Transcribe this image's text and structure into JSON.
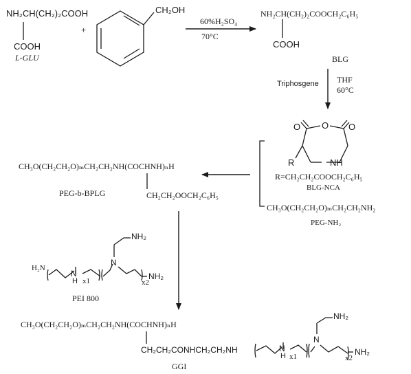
{
  "reaction1": {
    "glu_top": "NH₂CH(CH₂)₂COOH",
    "glu_bottom": "COOH",
    "glu_label": "L-GLU",
    "plus": "+",
    "benzyl_oh": "CH₂OH",
    "cond_top": "60%H₂SO₄",
    "cond_bottom": "70°C",
    "product_top": "NH₂CH(CH₂)₂COOCH₂C₆H₅",
    "product_bottom": "COOH",
    "product_label": "BLG"
  },
  "reaction2": {
    "reagent_left": "Triphosgene",
    "solvent": "THF",
    "temp": "60°C"
  },
  "nca": {
    "o_left": "O",
    "o_ring": "O",
    "o_right": "O",
    "r": "R",
    "nh": "NH",
    "r_def": "R=CH₂CH₂COOCH₂C₆H₅",
    "label": "BLG-NCA"
  },
  "peg_nh2": {
    "formula": "CH₃O(CH₂CH₂O)ₘCH₂CH₂NH₂",
    "label": "PEG-NH₂"
  },
  "peg_bplg": {
    "formula": "CH₃O(CH₂CH₂O)ₘCH₂CH₂NH(COCHNH)ₙH",
    "side": "CH₂CH₂OOCH₂C₆H₅",
    "label": "PEG-b-BPLG"
  },
  "pei": {
    "h2n": "H₂N",
    "nh_left": "N",
    "h_left": "H",
    "n_center": "N",
    "nh2_top": "NH₂",
    "nh2_right": "NH₂",
    "x1": "x1",
    "x2": "x2",
    "label": "PEI 800"
  },
  "ggi": {
    "formula": "CH₃O(CH₂CH₂O)ₘCH₂CH₂NH(COCHNH)ₙH",
    "side": "CH₂CH₂CONHCH₂CH₂NH",
    "n_left": "N",
    "h_left": "H",
    "n_center": "N",
    "nh2_top": "NH₂",
    "nh2_right": "NH₂",
    "x1": "x1",
    "x2": "x2",
    "label": "GGI"
  }
}
